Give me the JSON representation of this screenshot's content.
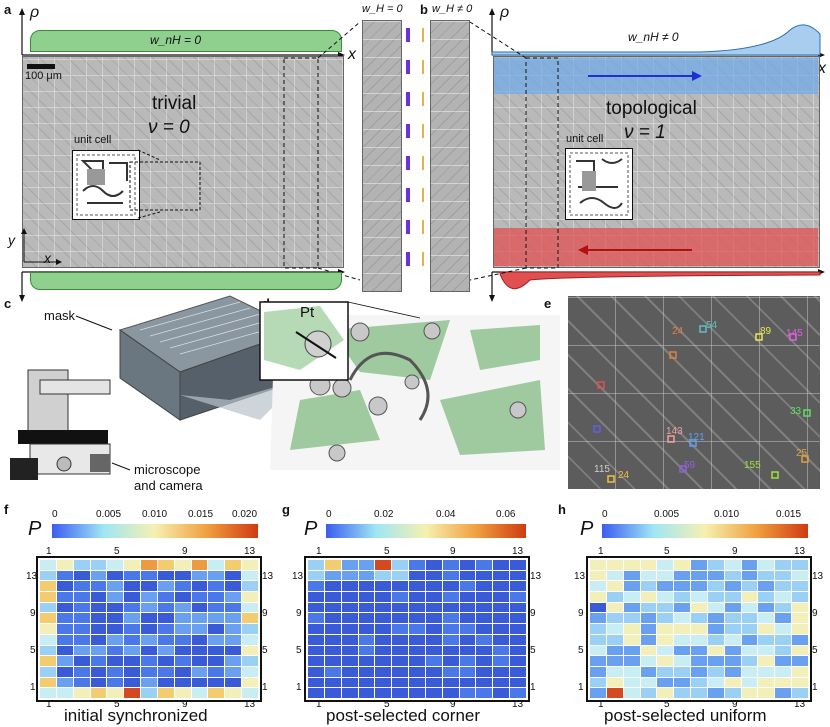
{
  "panel_labels": {
    "a": "a",
    "b": "b",
    "c": "c",
    "d": "d",
    "e": "e",
    "f": "f",
    "g": "g",
    "h": "h"
  },
  "panel_a": {
    "rho": "ρ",
    "x": "x",
    "y": "y",
    "x2": "x",
    "w_nH": "w_nH = 0",
    "scale": "100 μm",
    "trivial": "trivial",
    "nu0": "ν = 0",
    "unit_cell": "unit cell",
    "colors": {
      "green": "#7cc47c",
      "pattern": "#b9b9b9"
    }
  },
  "panel_b": {
    "wH0": "w_H = 0",
    "wHn0": "w_H ≠ 0",
    "purple": "#6a33d8",
    "orange": "#e8b04a"
  },
  "panel_right": {
    "rho": "ρ",
    "x": "x",
    "w_nH": "w_nH ≠ 0",
    "topological": "topological",
    "nu1": "ν = 1",
    "unit_cell": "unit cell",
    "colors": {
      "blue": "#5aa6e6",
      "red": "#e05050"
    }
  },
  "panel_c": {
    "mask": "mask",
    "microscope": "microscope",
    "camera": "and camera"
  },
  "panel_d": {
    "pt": "Pt"
  },
  "panel_e": {
    "tracks": [
      {
        "n": "89",
        "color": "#e8e850"
      },
      {
        "n": "145",
        "color": "#e060e0"
      },
      {
        "n": "54",
        "color": "#60c0c0"
      },
      {
        "n": "24",
        "color": "#e08040"
      },
      {
        "n": "33",
        "color": "#60e060"
      },
      {
        "n": "143",
        "color": "#f0a0a0"
      },
      {
        "n": "121",
        "color": "#60a0f0"
      },
      {
        "n": "25",
        "color": "#e0a040"
      },
      {
        "n": "155",
        "color": "#a0e040"
      },
      {
        "n": "115",
        "color": "#d0d0d0"
      },
      {
        "n": "24",
        "color": "#f0c040"
      },
      {
        "n": "59",
        "color": "#9060e0"
      }
    ]
  },
  "heatmaps": [
    {
      "id": "f",
      "P": "P",
      "ticks": [
        "0",
        "0.005",
        "0.010",
        "0.015",
        "0.020"
      ],
      "caption": "initial synchronized"
    },
    {
      "id": "g",
      "P": "P",
      "ticks": [
        "0",
        "0.02",
        "0.04",
        "0.06"
      ],
      "caption": "post-selected corner"
    },
    {
      "id": "h",
      "P": "P",
      "ticks": [
        "0",
        "0.005",
        "0.010",
        "0.015"
      ],
      "caption": "post-selected uniform"
    }
  ],
  "axis_ticks": {
    "top": [
      "1",
      "5",
      "9",
      "13"
    ],
    "side": [
      "13",
      "9",
      "5",
      "1"
    ]
  }
}
